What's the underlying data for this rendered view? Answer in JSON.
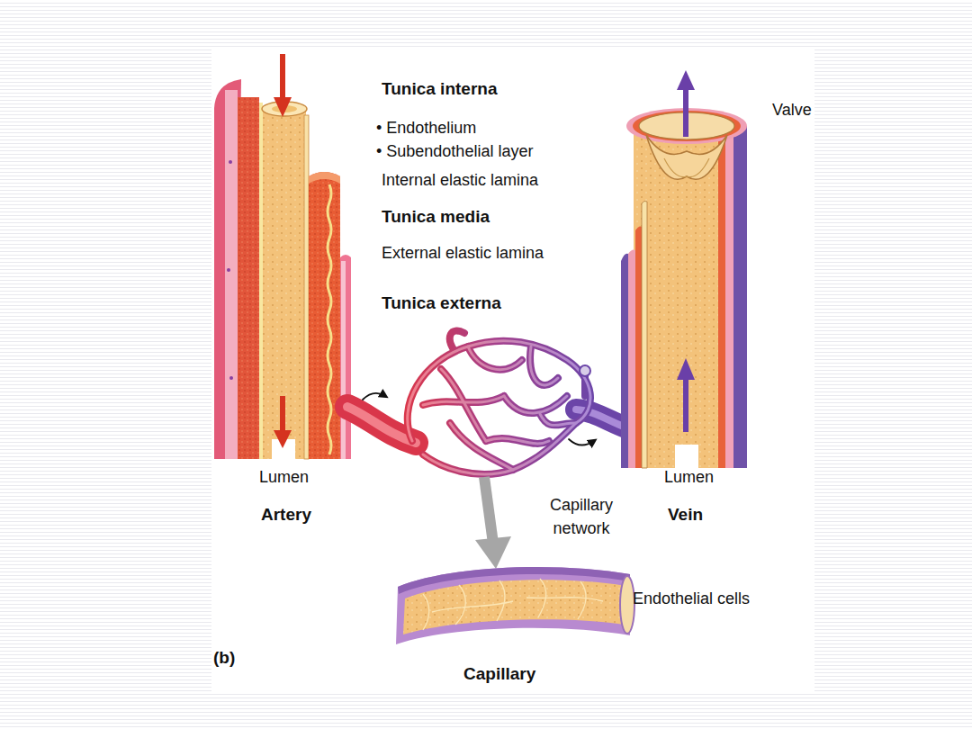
{
  "diagram": {
    "labels": [
      "Tunica interna",
      "• Endothelium",
      "• Subendothelial layer",
      "Internal elastic lamina",
      "Tunica media",
      "External elastic lamina",
      "Tunica externa",
      "Valve",
      "Lumen",
      "Artery",
      "Capillary network",
      "Lumen",
      "Vein",
      "Endothelial cells",
      "(b)",
      "Capillary"
    ]
  }
}
